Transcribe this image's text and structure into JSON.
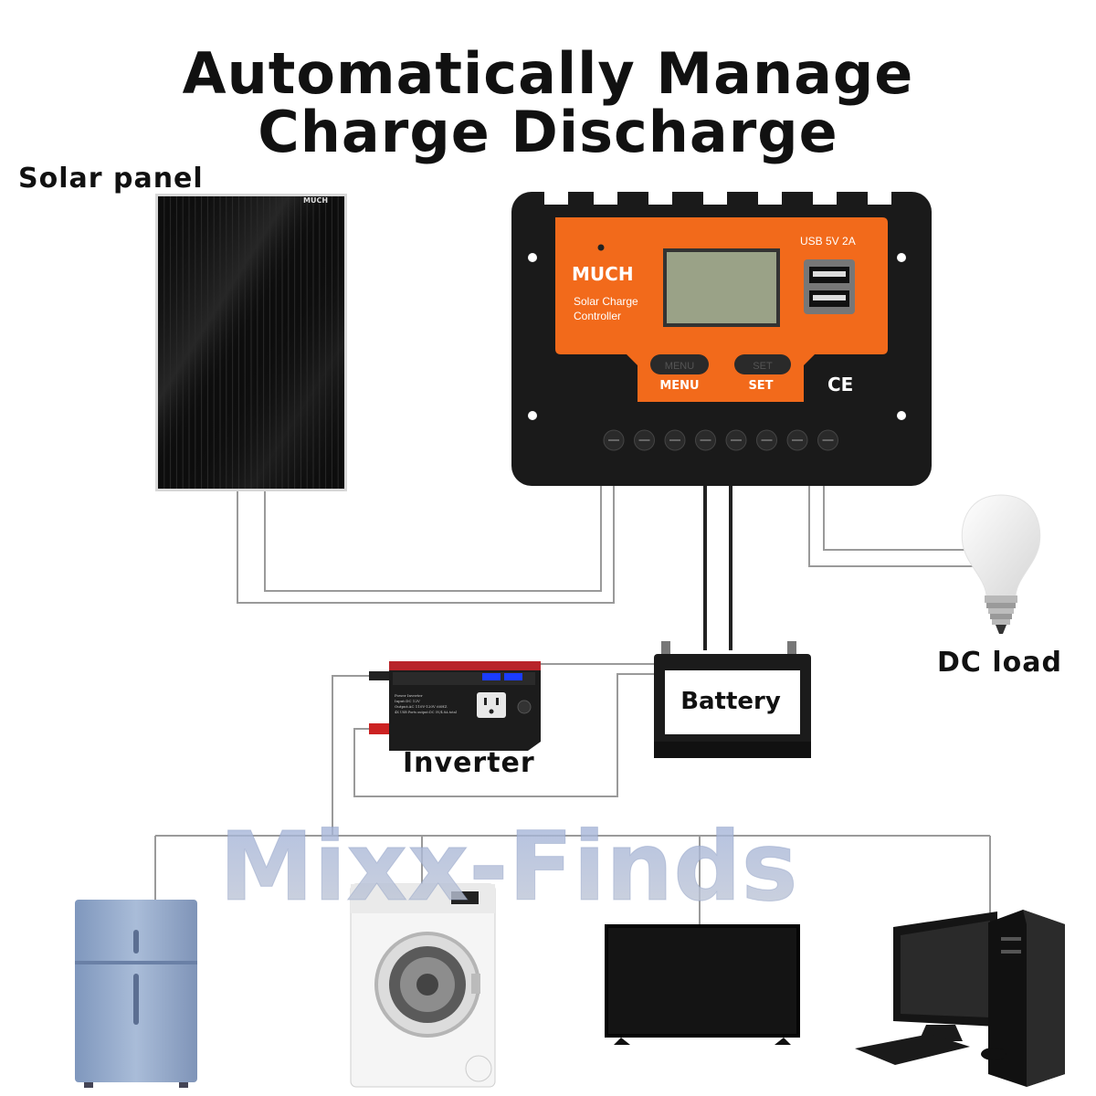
{
  "title": {
    "line1": "Automatically Manage",
    "line2": "Charge Discharge"
  },
  "labels": {
    "solar_panel": "Solar panel",
    "dc_load": "DC load",
    "inverter": "Inverter",
    "battery": "Battery"
  },
  "panel_brand": "MUCH",
  "controller": {
    "brand": "MUCH",
    "subtitle_line1": "Solar Charge",
    "subtitle_line2": "Controller",
    "usb_label": "USB 5V 2A",
    "menu_button": "MENU",
    "set_button": "SET",
    "menu_caption": "MENU",
    "set_caption": "SET",
    "ce_mark": "CE"
  },
  "inverter_panel": {
    "line1": "Power Inverter",
    "line2": "Input:DC 12V",
    "line3": "Output:AC 110V-120V 60HZ",
    "line4": "4X USB Ports output:DC 5V/4.8A total"
  },
  "watermark": "Mixx-Finds",
  "colors": {
    "controller_orange": "#f26a1b",
    "controller_body": "#1a1a1a",
    "lcd": "#9aa287",
    "fridge": "#8fa6c8",
    "wire": "#888888"
  }
}
